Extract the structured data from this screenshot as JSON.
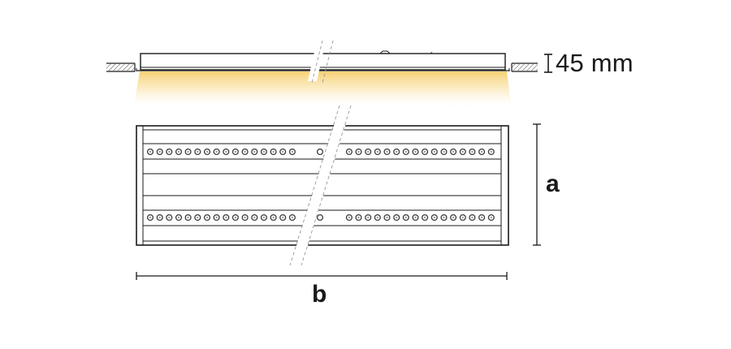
{
  "dimensions": {
    "height_label": "45 mm",
    "depth_label": "a",
    "width_label": "b"
  },
  "colors": {
    "line": "#1a1a1a",
    "light_glow": "#f7d27a",
    "led_ring": "#3a3a3a",
    "led_core": "#9a9a9a",
    "panel": "#ffffff"
  },
  "icons": [
    "fixture-side-view",
    "light-cone",
    "fixture-front-view",
    "led-row",
    "dimension-arrow"
  ]
}
